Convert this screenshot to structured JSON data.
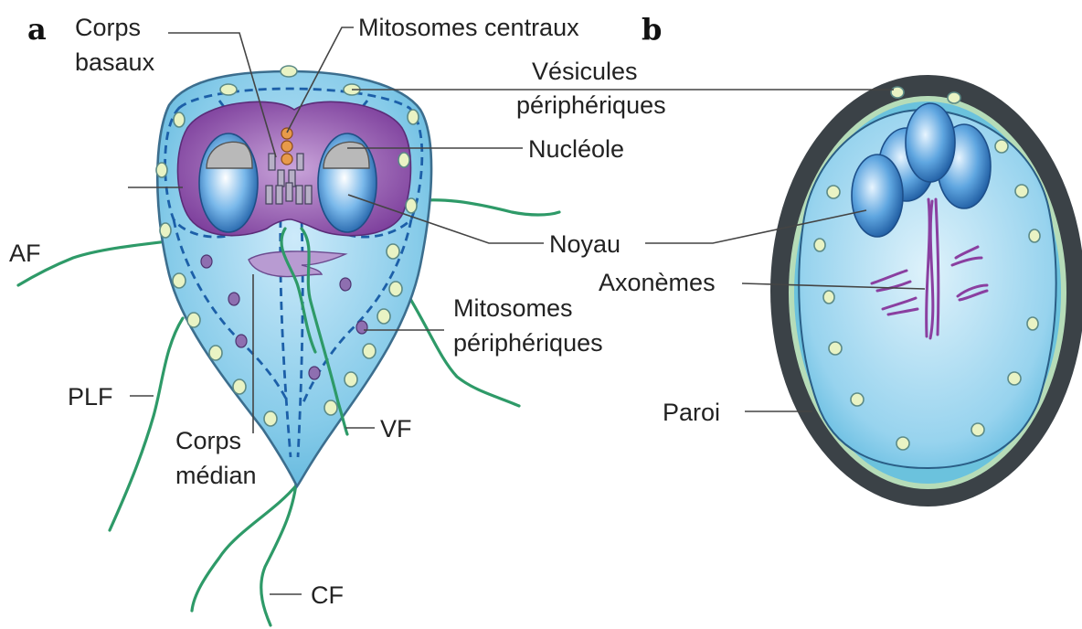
{
  "panels": {
    "a": "a",
    "b": "b"
  },
  "labels": {
    "corps_basaux": [
      "Corps",
      "basaux"
    ],
    "mitosomes_centraux": "Mitosomes centraux",
    "vesicules_peripheriques": [
      "Vésicules",
      "périphériques"
    ],
    "nucleole": "Nucléole",
    "noyau": "Noyau",
    "axonemes": "Axonèmes",
    "af": "AF",
    "mitosomes_peripheriques": [
      "Mitosomes",
      "périphériques"
    ],
    "plf": "PLF",
    "paroi": "Paroi",
    "vf": "VF",
    "corps_median": [
      "Corps",
      "médian"
    ],
    "cf": "CF"
  },
  "colors": {
    "cell_fill": "#7fc8e6",
    "cell_outline": "#3c6e8e",
    "nucleus_region": "#8a52a6",
    "nucleus": "#3f8ccc",
    "nucleolus": "#b9b9b9",
    "vesicle": "#e9f3c4",
    "flagella": "#2e9a68",
    "mitosome": "#8e6fb0",
    "central_mitosome": "#e79a4a",
    "cyst_wall": "#3b4247",
    "cyst_inner_ring": "#b6dcb8",
    "axoneme": "#8a3fa0"
  }
}
